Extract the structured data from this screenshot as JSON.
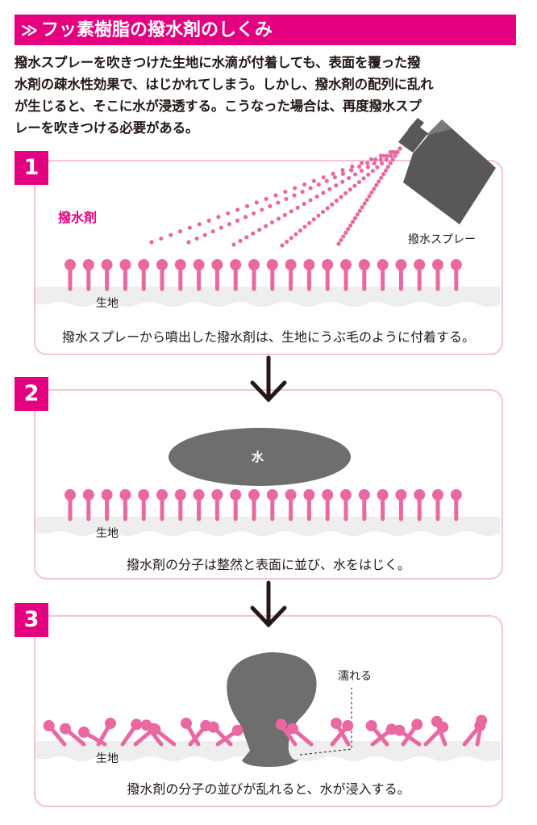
{
  "header": {
    "chevron": "≫",
    "title": "フッ素樹脂の撥水剤のしくみ"
  },
  "intro": {
    "lines": [
      "撥水スプレーを吹きつけた生地に水滴が付着しても、表面を覆った撥",
      "水剤の疎水性効果で、はじかれてしまう。しかし、撥水剤の配列に乱れ",
      "が生じると、そこに水が浸透する。こうなった場合は、再度撥水スプ",
      "レーを吹きつける必要がある。"
    ]
  },
  "steps": [
    {
      "number": "1",
      "agent_label": "撥水剤",
      "spray_label": "撥水スプレー",
      "fabric_label": "生地",
      "caption": "撥水スプレーから噴出した撥水剤は、生地にうぶ毛のように付着する。"
    },
    {
      "number": "2",
      "water_label": "水",
      "fabric_label": "生地",
      "caption": "撥水剤の分子は整然と表面に並び、水をはじく。"
    },
    {
      "number": "3",
      "wet_label": "濡れる",
      "fabric_label": "生地",
      "caption": "撥水剤の分子の並びが乱れると、水が浸入する。"
    }
  ],
  "colors": {
    "accent": "#e4007f",
    "molecule": "#ea68a2",
    "panel_border": "#f4c2d9",
    "water": "#6e6e6e",
    "fabric": "#eeeeee"
  }
}
